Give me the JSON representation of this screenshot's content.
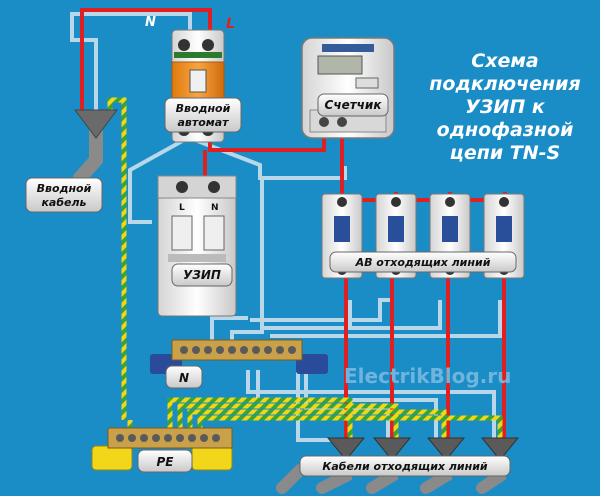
{
  "title": [
    "Схема",
    "подключения",
    "УЗИП к",
    "однофазной",
    "цепи TN-S"
  ],
  "labels": {
    "input_cable": [
      "Вводной",
      "кабель"
    ],
    "input_breaker": [
      "Вводной",
      "автомат"
    ],
    "meter": "Счетчик",
    "spd": "УЗИП",
    "outgoing_breakers": "АВ отходящих линий",
    "n_bus": "N",
    "pe_bus": "PE",
    "outgoing_cables": "Кабели отходящих линий"
  },
  "marks": {
    "n": "N",
    "l": "L",
    "spd_l": "L",
    "spd_n": "N"
  },
  "watermark": "ElectrikBlog.ru",
  "colors": {
    "background": "#1a8dc7",
    "phase_wire": "#e02020",
    "neutral_wire": "#b8d8ea",
    "pe_wire_green": "#3aa43a",
    "pe_wire_yellow": "#f2d61a",
    "label_fill": "#e8e8e8",
    "title": "#ffffff"
  }
}
